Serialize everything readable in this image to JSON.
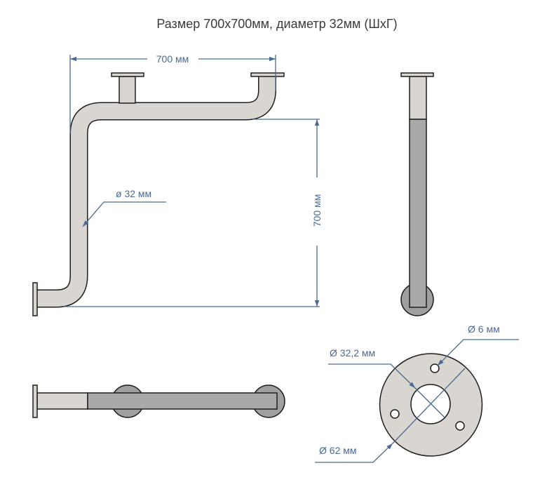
{
  "title": "Размер 700х700мм, диаметр 32мм (ШхГ)",
  "dimensions": {
    "width": "700 мм",
    "height": "700 мм",
    "pipe_diameter": "ø 32 мм",
    "inner_hole": "Ø 32,2 мм",
    "mount_hole": "Ø 6 мм",
    "flange_diameter": "Ø 62 мм"
  },
  "colors": {
    "metal": "#d9d5d0",
    "shaded": "#a9a9a9",
    "dimension": "#4a6a94",
    "outline": "#1e1e1e"
  }
}
